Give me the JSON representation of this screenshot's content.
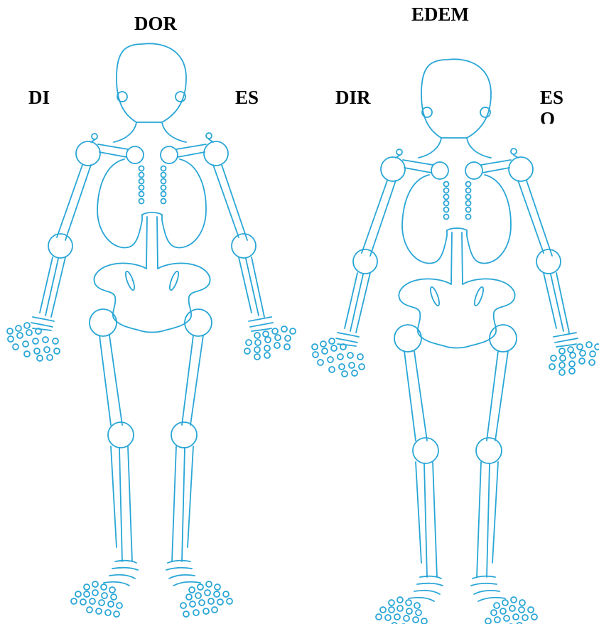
{
  "diagram": {
    "figures": [
      {
        "title": "DOR",
        "side_labels": [
          "DI",
          "ES"
        ]
      },
      {
        "title": "EDEM",
        "side_labels": [
          "DIR",
          "ES O"
        ]
      }
    ],
    "line_color": "#29a6d6"
  }
}
